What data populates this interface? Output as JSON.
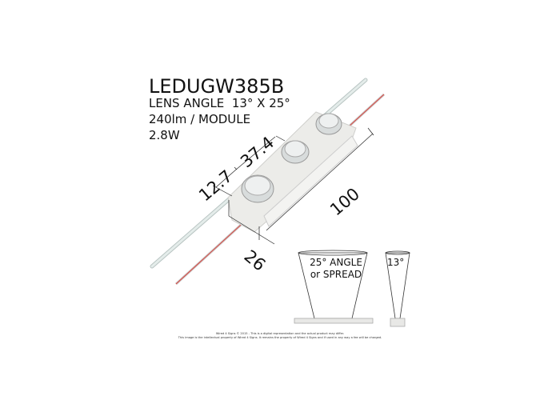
{
  "product": {
    "model": "LEDUGW385B",
    "specs": [
      "LENS ANGLE  13° X 25°",
      "240lm / MODULE",
      "2.8W"
    ]
  },
  "dimensions": {
    "width": "12.7",
    "pitch": "37.4",
    "length": "100",
    "depth": "26"
  },
  "beam": {
    "wide_label": "25° ANGLE\nor SPREAD",
    "narrow_label": "13°"
  },
  "footer": {
    "line1": "Wired 4 Signs © 2015 - This is a digital representation and the actual product may differ.",
    "line2": "This image is the intellectual property of Wired 4 Signs. It remains the property of Wired 4 Signs and if used in any way a fee will be charged."
  },
  "colors": {
    "cable_white": "#dfe8e6",
    "cable_red": "#d9413a",
    "module": "#ececea"
  }
}
